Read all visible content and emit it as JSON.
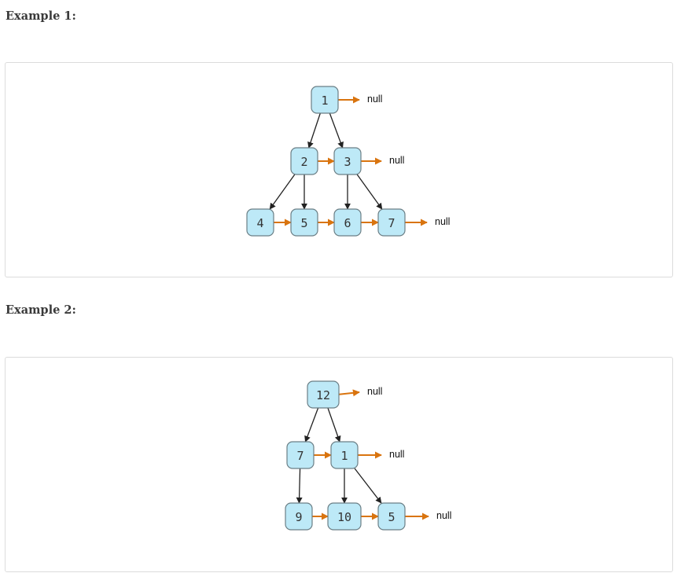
{
  "examples": [
    {
      "heading": "Example 1:",
      "null_label": "null",
      "nodes": [
        {
          "id": "n1",
          "label": "1"
        },
        {
          "id": "n2",
          "label": "2"
        },
        {
          "id": "n3",
          "label": "3"
        },
        {
          "id": "n4",
          "label": "4"
        },
        {
          "id": "n5",
          "label": "5"
        },
        {
          "id": "n6",
          "label": "6"
        },
        {
          "id": "n7",
          "label": "7"
        }
      ],
      "tree_edges": [
        [
          "n1",
          "n2"
        ],
        [
          "n1",
          "n3"
        ],
        [
          "n2",
          "n4"
        ],
        [
          "n2",
          "n5"
        ],
        [
          "n3",
          "n6"
        ],
        [
          "n3",
          "n7"
        ]
      ],
      "next_edges": [
        [
          "n1",
          "null"
        ],
        [
          "n2",
          "n3"
        ],
        [
          "n3",
          "null"
        ],
        [
          "n4",
          "n5"
        ],
        [
          "n5",
          "n6"
        ],
        [
          "n6",
          "n7"
        ],
        [
          "n7",
          "null"
        ]
      ]
    },
    {
      "heading": "Example 2:",
      "null_label": "null",
      "nodes": [
        {
          "id": "m12",
          "label": "12"
        },
        {
          "id": "m7",
          "label": "7"
        },
        {
          "id": "m1",
          "label": "1"
        },
        {
          "id": "m9",
          "label": "9"
        },
        {
          "id": "m10",
          "label": "10"
        },
        {
          "id": "m5",
          "label": "5"
        }
      ],
      "tree_edges": [
        [
          "m12",
          "m7"
        ],
        [
          "m12",
          "m1"
        ],
        [
          "m7",
          "m9"
        ],
        [
          "m1",
          "m10"
        ],
        [
          "m1",
          "m5"
        ]
      ],
      "next_edges": [
        [
          "m12",
          "null"
        ],
        [
          "m7",
          "m1"
        ],
        [
          "m1",
          "null"
        ],
        [
          "m9",
          "m10"
        ],
        [
          "m10",
          "m5"
        ],
        [
          "m5",
          "null"
        ]
      ]
    }
  ],
  "colors": {
    "node_fill": "#bde9f7",
    "node_stroke": "#6b7f86",
    "tree_edge": "#222222",
    "next_pointer": "#d9740f"
  }
}
